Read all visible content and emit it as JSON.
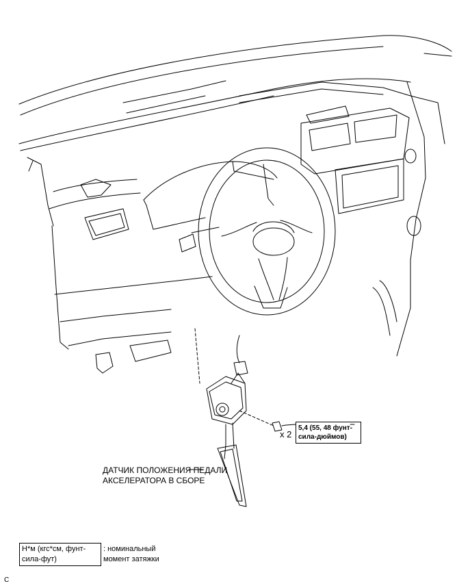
{
  "torque": {
    "line1": "5,4 (55, 48 фунт-",
    "line2": "сила-дюймов)"
  },
  "quantity": "x 2",
  "part": {
    "line1": "ДАТЧИК ПОЛОЖЕНИЯ ПЕДАЛИ",
    "line2": "АКСЕЛЕРАТОРА В СБОРЕ"
  },
  "legend": {
    "unit_line1": "Н*м (кгс*см, фунт-",
    "unit_line2": "сила-фут)",
    "desc_line1": ": номинальный",
    "desc_line2": "момент затяжки"
  },
  "figure_code": "C",
  "icons": [
    "steering-wheel-icon",
    "accelerator-pedal-icon",
    "bolt-icon",
    "connector-icon"
  ]
}
